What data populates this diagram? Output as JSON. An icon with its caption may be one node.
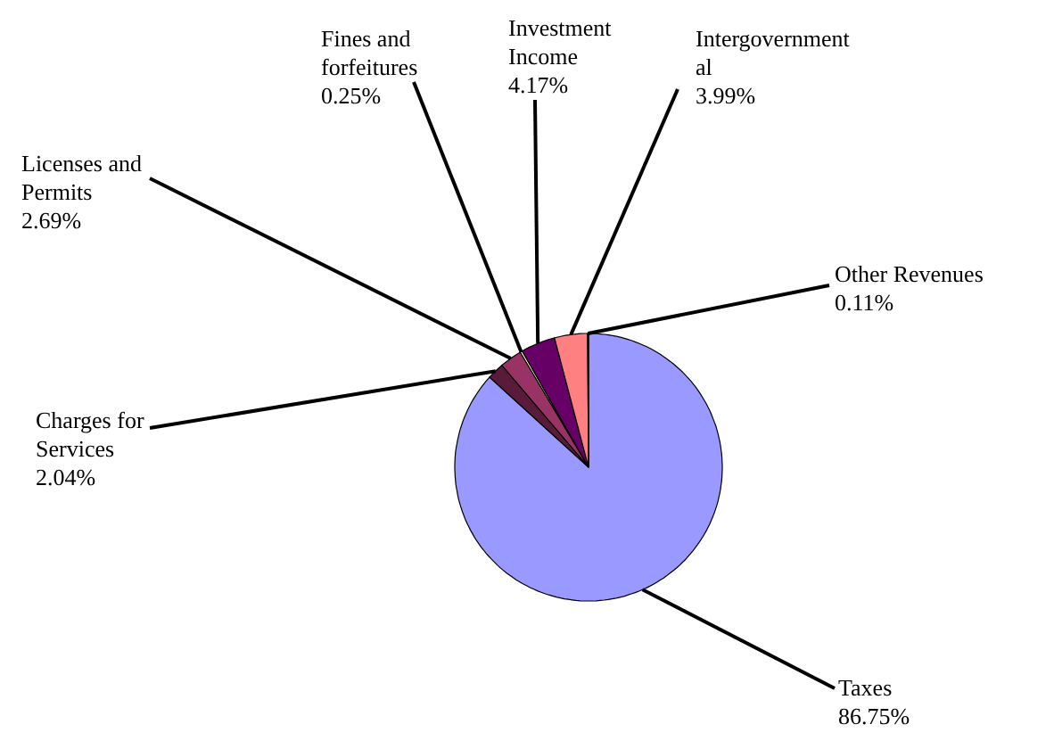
{
  "diagram": {
    "chart_data": {
      "type": "pie",
      "categories": [
        "Taxes",
        "Charges for Services",
        "Licenses and Permits",
        "Fines and forfeitures",
        "Investment Income",
        "Intergovernmental",
        "Other Revenues"
      ],
      "values": [
        86.75,
        2.04,
        2.69,
        0.25,
        4.17,
        3.99,
        0.11
      ],
      "data_labels": true,
      "value_labels": [
        "86.75%",
        "2.04%",
        "2.69%",
        "0.25%",
        "4.17%",
        "3.99%",
        "0.11%"
      ]
    }
  }
}
